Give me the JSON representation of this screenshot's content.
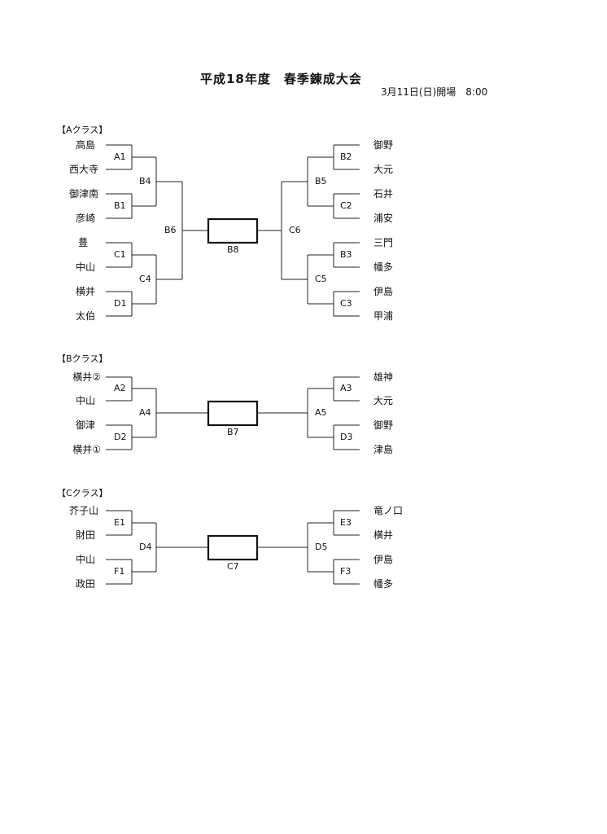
{
  "title": "平成18年度　春季錬成大会",
  "subtitle": "3月11日(日)開場　8:00",
  "sections": [
    {
      "header": "【Aクラス】",
      "left_teams": [
        "高島",
        "西大寺",
        "御津南",
        "彦崎",
        "豊",
        "中山",
        "横井",
        "太伯"
      ],
      "right_teams": [
        "御野",
        "大元",
        "石井",
        "浦安",
        "三門",
        "幡多",
        "伊島",
        "甲浦"
      ],
      "left_r1": [
        "A1",
        "B1",
        "C1",
        "D1"
      ],
      "left_r2": [
        "B4",
        "C4"
      ],
      "left_semi": "B6",
      "right_r1": [
        "B2",
        "C2",
        "B3",
        "C3"
      ],
      "right_r2": [
        "B5",
        "C5"
      ],
      "right_semi": "C6",
      "final": "B8"
    },
    {
      "header": "【Bクラス】",
      "left_teams": [
        "横井②",
        "中山",
        "御津",
        "横井①"
      ],
      "right_teams": [
        "雄神",
        "大元",
        "御野",
        "津島"
      ],
      "left_r1": [
        "A2",
        "D2"
      ],
      "left_r2": "A4",
      "right_r1": [
        "A3",
        "D3"
      ],
      "right_r2": "A5",
      "final": "B7"
    },
    {
      "header": "【Cクラス】",
      "left_teams": [
        "芥子山",
        "財田",
        "中山",
        "政田"
      ],
      "right_teams": [
        "竜ノ口",
        "横井",
        "伊島",
        "幡多"
      ],
      "left_r1": [
        "E1",
        "F1"
      ],
      "left_r2": "D4",
      "right_r1": [
        "E3",
        "F3"
      ],
      "right_r2": "D5",
      "final": "C7"
    }
  ]
}
